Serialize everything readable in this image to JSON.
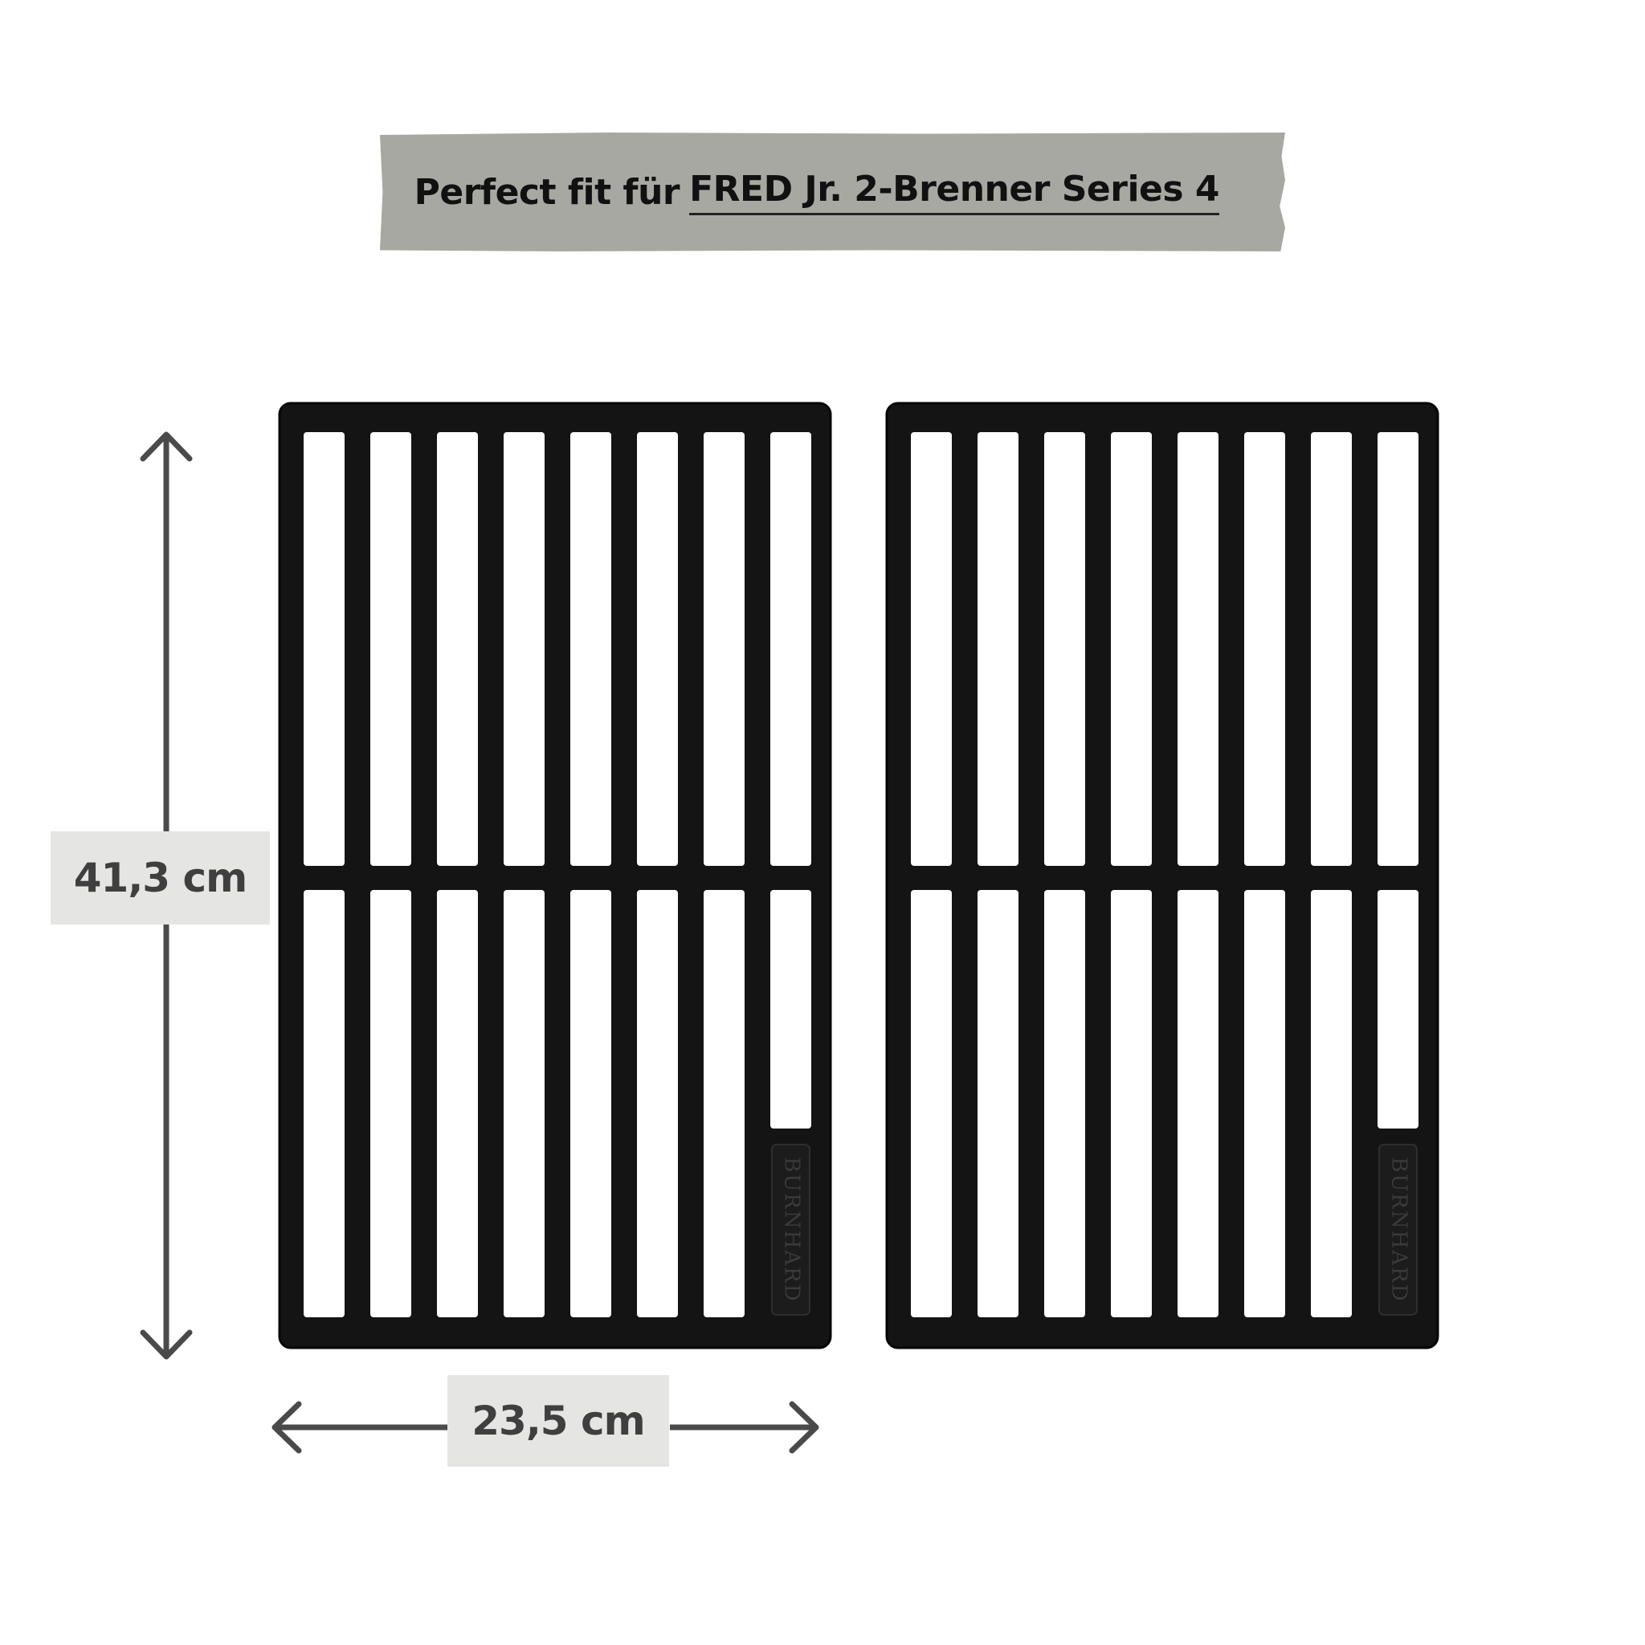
{
  "banner": {
    "prefix": "Perfect fit für",
    "model": "FRED Jr. 2-Brenner Series 4"
  },
  "dimensions": {
    "height": "41,3 cm",
    "width": "23,5 cm"
  },
  "grates": {
    "brand_mark": "BURNHARD",
    "count": 2,
    "slots_per_row": 8
  }
}
